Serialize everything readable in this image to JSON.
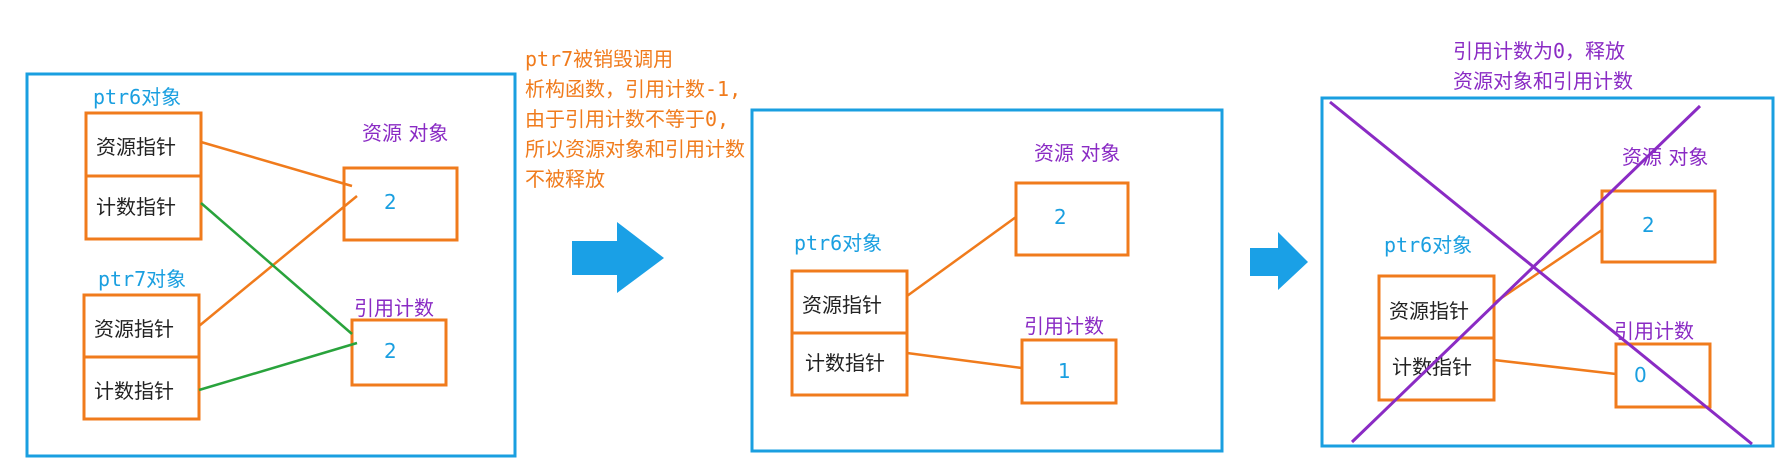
{
  "colors": {
    "frame": "#1a9fe0",
    "box": "#f07b1c",
    "purple": "#8a2bc4",
    "green": "#29a33c",
    "arrow": "#1aa0e6",
    "label_blue": "#1a9fe0",
    "note_orange": "#f07b1c",
    "note_purple": "#8a2bc4"
  },
  "panels": [
    {
      "objects": [
        {
          "title": "ptr6对象",
          "res_ptr": "资源指针",
          "cnt_ptr": "计数指针"
        },
        {
          "title": "ptr7对象",
          "res_ptr": "资源指针",
          "cnt_ptr": "计数指针"
        }
      ],
      "resource_title": "资源 对象",
      "resource_value": "2",
      "refcount_title": "引用计数",
      "refcount_value": "2"
    },
    {
      "note": [
        "ptr7被销毁调用",
        "析构函数，引用计数-1,",
        "由于引用计数不等于0,",
        "所以资源对象和引用计数",
        "不被释放"
      ],
      "objects": [
        {
          "title": "ptr6对象",
          "res_ptr": "资源指针",
          "cnt_ptr": "计数指针"
        }
      ],
      "resource_title": "资源 对象",
      "resource_value": "2",
      "refcount_title": "引用计数",
      "refcount_value": "1"
    },
    {
      "note": [
        "引用计数为0，释放",
        "资源对象和引用计数"
      ],
      "objects": [
        {
          "title": "ptr6对象",
          "res_ptr": "资源指针",
          "cnt_ptr": "计数指针"
        }
      ],
      "resource_title": "资源 对象",
      "resource_value": "2",
      "refcount_title": "引用计数",
      "refcount_value": "0"
    }
  ],
  "arrows": [
    "right-arrow",
    "right-arrow"
  ]
}
